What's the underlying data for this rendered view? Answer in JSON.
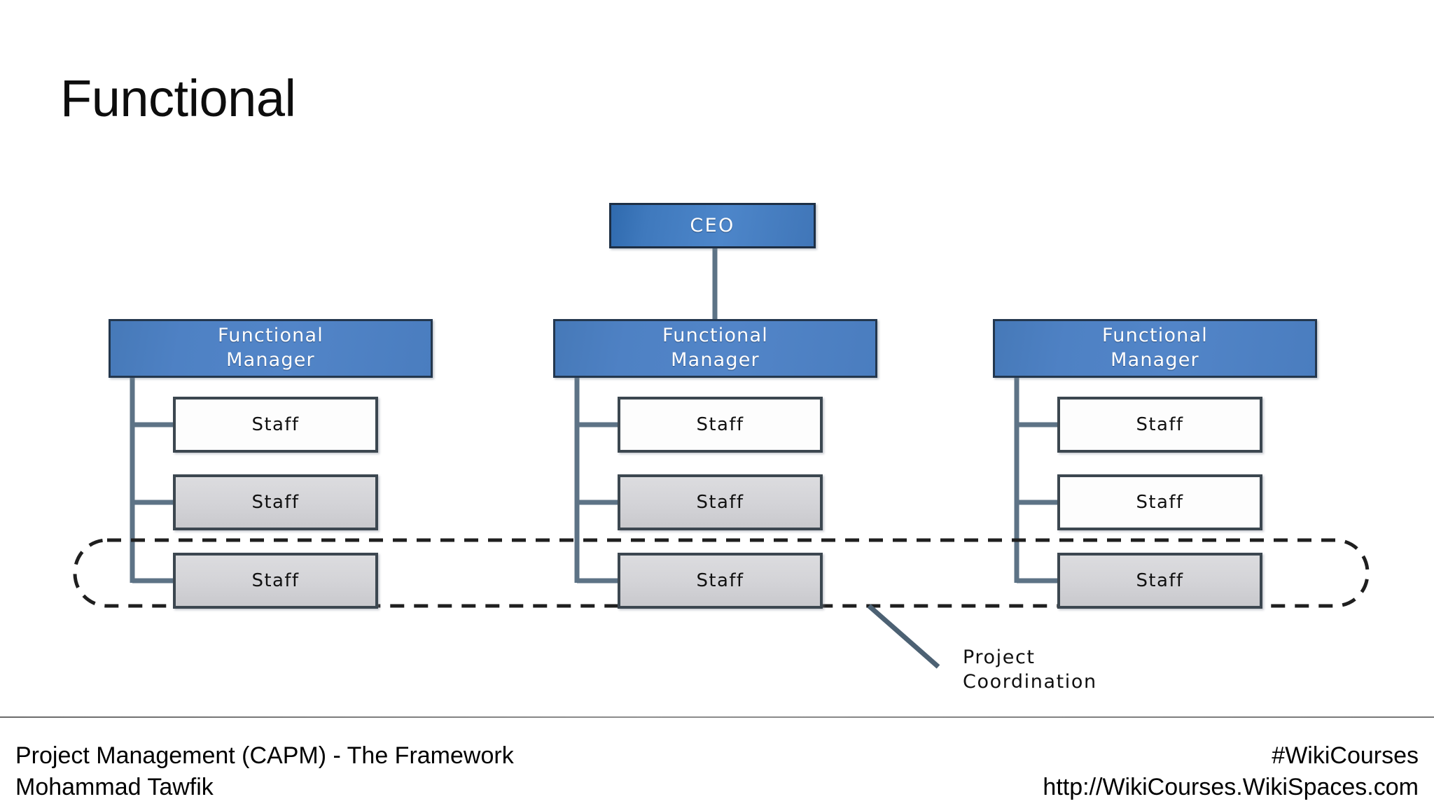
{
  "slide": {
    "title": "Functional"
  },
  "diagram": {
    "ceo": {
      "label": "CEO"
    },
    "columns": [
      {
        "manager": {
          "label": "Functional\nManager"
        },
        "staff": [
          {
            "label": "Staff",
            "fill": "white"
          },
          {
            "label": "Staff",
            "fill": "gray"
          },
          {
            "label": "Staff",
            "fill": "gray"
          }
        ]
      },
      {
        "manager": {
          "label": "Functional\nManager"
        },
        "staff": [
          {
            "label": "Staff",
            "fill": "white"
          },
          {
            "label": "Staff",
            "fill": "gray"
          },
          {
            "label": "Staff",
            "fill": "gray"
          }
        ]
      },
      {
        "manager": {
          "label": "Functional\nManager"
        },
        "staff": [
          {
            "label": "Staff",
            "fill": "white"
          },
          {
            "label": "Staff",
            "fill": "white"
          },
          {
            "label": "Staff",
            "fill": "gray"
          }
        ]
      }
    ],
    "annotation": {
      "label": "Project\nCoordination"
    },
    "colors": {
      "manager_fill": "#4e81c4",
      "ceo_fill": "#4076b8",
      "node_border": "#23374e",
      "staff_border": "#3c4750",
      "staff_white_fill": "#fdfdfd",
      "staff_gray_fill": "#d3d3d7",
      "connector": "#5d7386",
      "dashed_boundary": "#1f1f1f"
    }
  },
  "footer": {
    "left": [
      "Project Management (CAPM) - The Framework",
      "Mohammad Tawfik"
    ],
    "right": [
      "#WikiCourses",
      "http://WikiCourses.WikiSpaces.com"
    ]
  }
}
